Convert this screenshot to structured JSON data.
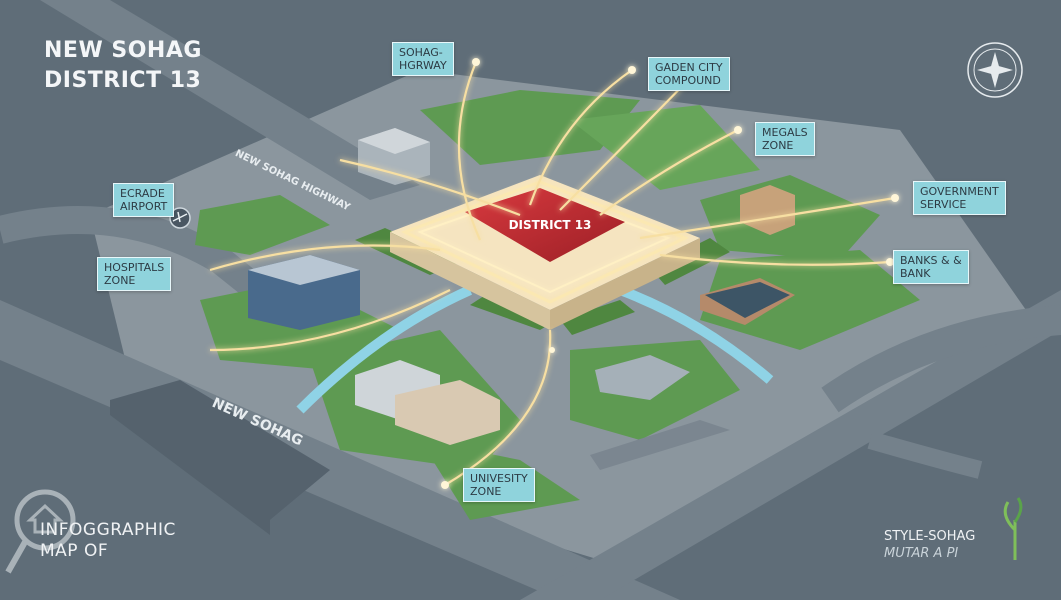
{
  "title": {
    "line1": "NEW SOHAG",
    "line2": "DISTRICT 13"
  },
  "center_label": "DISTRICT 13",
  "roads": {
    "top_road": "NEW SOHAG HIGHWAY",
    "bottom_road": "NEW SOHAG"
  },
  "zones": {
    "sohag_highway": {
      "line1": "SOHAG-",
      "line2": "HGRWAY"
    },
    "garden_city": {
      "line1": "GADEN CITY",
      "line2": "COMPOUND"
    },
    "megals": {
      "line1": "MEGALS",
      "line2": "ZONE"
    },
    "government": {
      "line1": "GOVERNMENT",
      "line2": "SERVICE"
    },
    "banks": {
      "line1": "BANKS & &",
      "line2": "BANK"
    },
    "airport": {
      "line1": "ECRADE",
      "line2": "AIRPORT"
    },
    "hospitals": {
      "line1": "HOSPITALS",
      "line2": "ZONE"
    },
    "university": {
      "line1": "UNIVESITY",
      "line2": "ZONE"
    }
  },
  "bottom_left": {
    "line1": "INFOGGRAPHIC",
    "line2": "MAP OF"
  },
  "bottom_right": {
    "line1": "STYLE-SOHAG",
    "line2": "MUTAR A PI"
  },
  "colors": {
    "background": "#5f6d78",
    "district_core": "#c0282f",
    "glow": "#f2d9a0",
    "green": "#5e9a52",
    "road": "#7d8a94",
    "tag_fill": "#8fd3dc"
  },
  "icons": [
    "compass-seal-icon",
    "sprout-logo-icon",
    "search-watermark-icon"
  ]
}
